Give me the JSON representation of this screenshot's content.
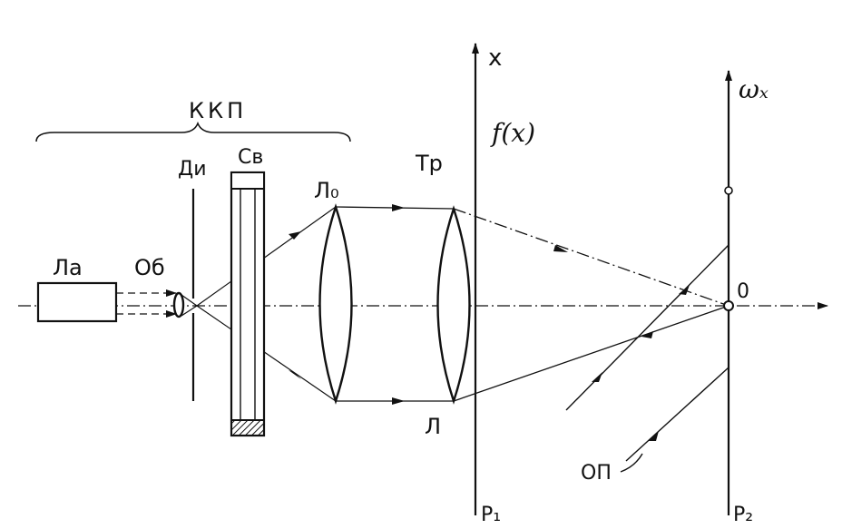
{
  "labels": {
    "kkp": "ККП",
    "la": "Ла",
    "ob": "Об",
    "di": "Ди",
    "sv": "Св",
    "l0": "Л₀",
    "tr": "Тр",
    "l": "Л",
    "x": "x",
    "fx": "f(x)",
    "omega": "ωₓ",
    "zero": "0",
    "op": "ОП",
    "p1": "P₁",
    "p2": "P₂"
  },
  "colors": {
    "ink": "#111111"
  }
}
